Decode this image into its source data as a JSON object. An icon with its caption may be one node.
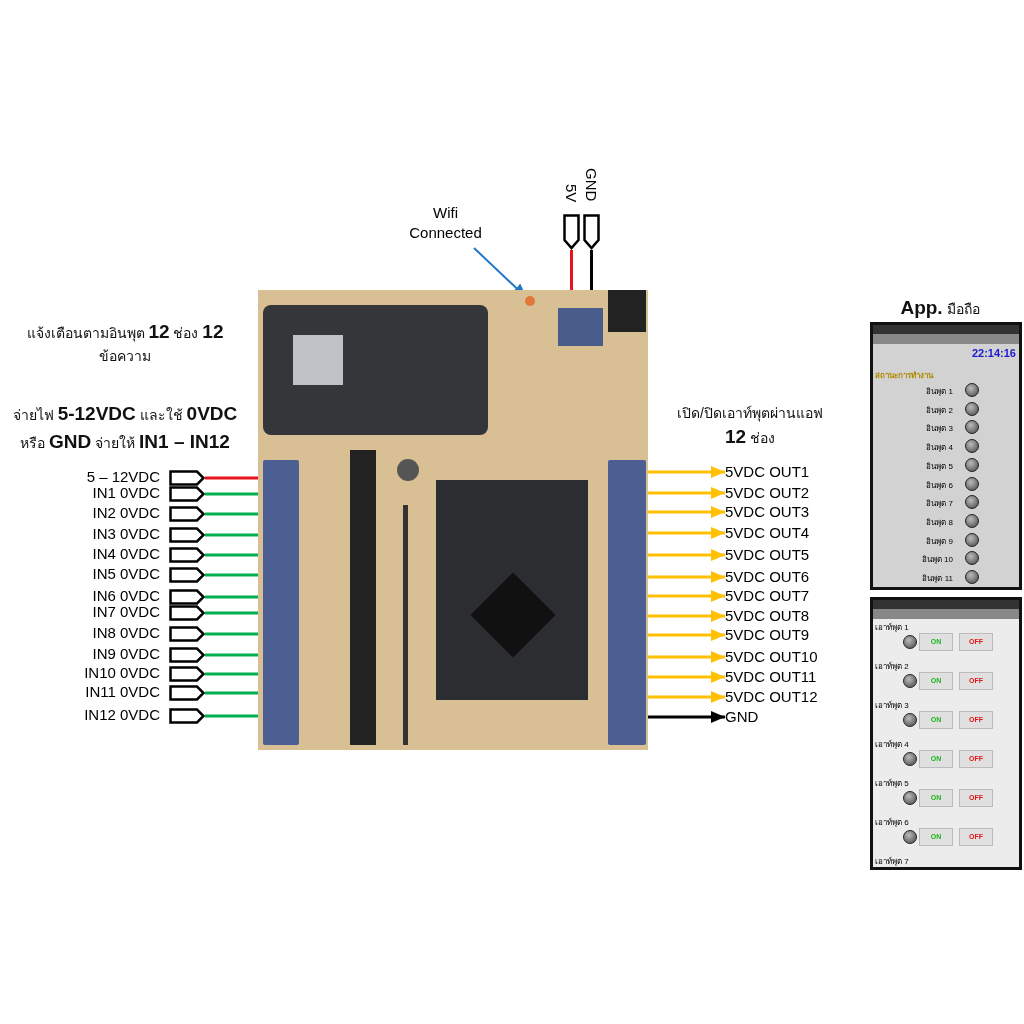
{
  "diagram": {
    "nodes": [
      {
        "text": [],
        "shape": "picture"
      },
      {
        "text": [
          "5 – 12VDC"
        ]
      },
      {
        "text": [
          "IN1 0VDC"
        ]
      },
      {
        "text": [
          "IN2 0VDC"
        ]
      },
      {
        "text": [
          "IN3 0VDC"
        ]
      },
      {
        "text": [
          "IN4 0VDC"
        ]
      },
      {
        "text": [
          "IN5 0VDC"
        ]
      },
      {
        "text": [
          "IN6 0VDC"
        ]
      },
      {
        "text": [
          "IN7 0VDC"
        ]
      },
      {
        "text": [
          "IN8 0VDC"
        ]
      },
      {
        "text": [
          "IN9 0VDC"
        ]
      },
      {
        "text": [
          "IN10 0VDC"
        ]
      },
      {
        "text": [
          "IN11 0VDC"
        ]
      },
      {
        "text": [
          "IN12 0VDC"
        ]
      },
      {
        "text": [
          "5VDC OUT1"
        ]
      },
      {
        "text": [
          "5VDC OUT2"
        ]
      },
      {
        "text": [
          "5VDC OUT3"
        ]
      },
      {
        "text": [
          "5VDC OUT4"
        ]
      },
      {
        "text": [
          "5VDC OUT5"
        ]
      },
      {
        "text": [
          "5VDC OUT6"
        ]
      },
      {
        "text": [
          "5VDC OUT7"
        ]
      },
      {
        "text": [
          "5VDC OUT8"
        ]
      },
      {
        "text": [
          "5VDC OUT9"
        ]
      },
      {
        "text": [
          "5VDC OUT10"
        ]
      },
      {
        "text": [
          "5VDC OUT11"
        ]
      },
      {
        "text": [
          "5VDC OUT12"
        ]
      },
      {
        "text": [
          "GND"
        ]
      },
      {
        "text": [
          "5V"
        ]
      },
      {
        "text": [
          "GND"
        ]
      },
      {
        "text": [
          "Wifi Connected"
        ]
      },
      {
        "text": [],
        "shape": "circle",
        "in": 0
      },
      {
        "text": [
          "22:14:16",
          "สถานะการทำงาน",
          "อินพุต 1",
          "อินพุต 2",
          "อินพุต 3",
          "อินพุต 4",
          "อินพุต 5",
          "อินพุต 6",
          "อินพุต 7",
          "อินพุต 8",
          "อินพุต 9",
          "อินพุต 10",
          "อินพุต 11"
        ]
      },
      {
        "text": [
          "เอาท์พุต 1",
          "ON",
          "OFF",
          "เอาท์พุต 2",
          "ON",
          "OFF",
          "เอาท์พุต 3",
          "ON",
          "OFF",
          "เอาท์พุต 4",
          "ON",
          "OFF",
          "เอาท์พุต 5",
          "ON",
          "OFF",
          "เอาท์พุต 6",
          "ON",
          "OFF",
          "เอาท์พุต 7"
        ]
      },
      {
        "text": [],
        "shape": "bar",
        "in": 0
      },
      {
        "text": [],
        "shape": "bar",
        "in": 0
      }
    ],
    "edges": [
      {
        "from": 1,
        "to": 33,
        "arrow": "none",
        "color": "#e8141c"
      },
      {
        "from": 2,
        "to": 33,
        "arrow": "none",
        "color": "#00b050"
      },
      {
        "from": 3,
        "to": 33,
        "arrow": "none",
        "color": "#00b050"
      },
      {
        "from": 4,
        "to": 33,
        "arrow": "none",
        "color": "#00b050"
      },
      {
        "from": 5,
        "to": 33,
        "arrow": "none",
        "color": "#00b050"
      },
      {
        "from": 6,
        "to": 33,
        "arrow": "none",
        "color": "#00b050"
      },
      {
        "from": 7,
        "to": 33,
        "arrow": "none",
        "color": "#00b050"
      },
      {
        "from": 8,
        "to": 33,
        "arrow": "none",
        "color": "#00b050"
      },
      {
        "from": 9,
        "to": 33,
        "arrow": "none",
        "color": "#00b050"
      },
      {
        "from": 10,
        "to": 33,
        "arrow": "none",
        "color": "#00b050"
      },
      {
        "from": 11,
        "to": 33,
        "arrow": "none",
        "color": "#00b050"
      },
      {
        "from": 12,
        "to": 33,
        "arrow": "none",
        "color": "#00b050"
      },
      {
        "from": 13,
        "to": 33,
        "arrow": "none",
        "color": "#00b050"
      },
      {
        "from": 34,
        "to": 14,
        "arrow": "to",
        "color": "#ffc000"
      },
      {
        "from": 34,
        "to": 15,
        "arrow": "to",
        "color": "#ffc000"
      },
      {
        "from": 34,
        "to": 16,
        "arrow": "to",
        "color": "#ffc000"
      },
      {
        "from": 34,
        "to": 17,
        "arrow": "to",
        "color": "#ffc000"
      },
      {
        "from": 34,
        "to": 18,
        "arrow": "to",
        "color": "#ffc000"
      },
      {
        "from": 34,
        "to": 19,
        "arrow": "to",
        "color": "#ffc000"
      },
      {
        "from": 34,
        "to": 20,
        "arrow": "to",
        "color": "#ffc000"
      },
      {
        "from": 34,
        "to": 21,
        "arrow": "to",
        "color": "#ffc000"
      },
      {
        "from": 34,
        "to": 22,
        "arrow": "to",
        "color": "#ffc000"
      },
      {
        "from": 34,
        "to": 23,
        "arrow": "to",
        "color": "#ffc000"
      },
      {
        "from": 34,
        "to": 24,
        "arrow": "to",
        "color": "#ffc000"
      },
      {
        "from": 34,
        "to": 25,
        "arrow": "to",
        "color": "#ffc000"
      },
      {
        "from": 34,
        "to": 26,
        "arrow": "to",
        "color": "#000000"
      },
      {
        "from": 27,
        "to": 0,
        "arrow": "none",
        "color": "#e8141c"
      },
      {
        "from": 28,
        "to": 0,
        "arrow": "none",
        "color": "#000000"
      },
      {
        "from": 29,
        "to": 30,
        "arrow": "to",
        "color": "#1f77c8"
      }
    ],
    "labels": [
      "แจ้งเตือนตามอินพุต **12** ช่อง **12** ข้อความ",
      "จ่ายไฟ **5-12VDC** และใช้ **0VDC** หรือ **GND** จ่ายให้ **IN1 – IN12**",
      "เปิด/ปิดเอาท์พุตผ่านแอฟ **12** ช่อง",
      "**App.** มือถือ"
    ]
  }
}
